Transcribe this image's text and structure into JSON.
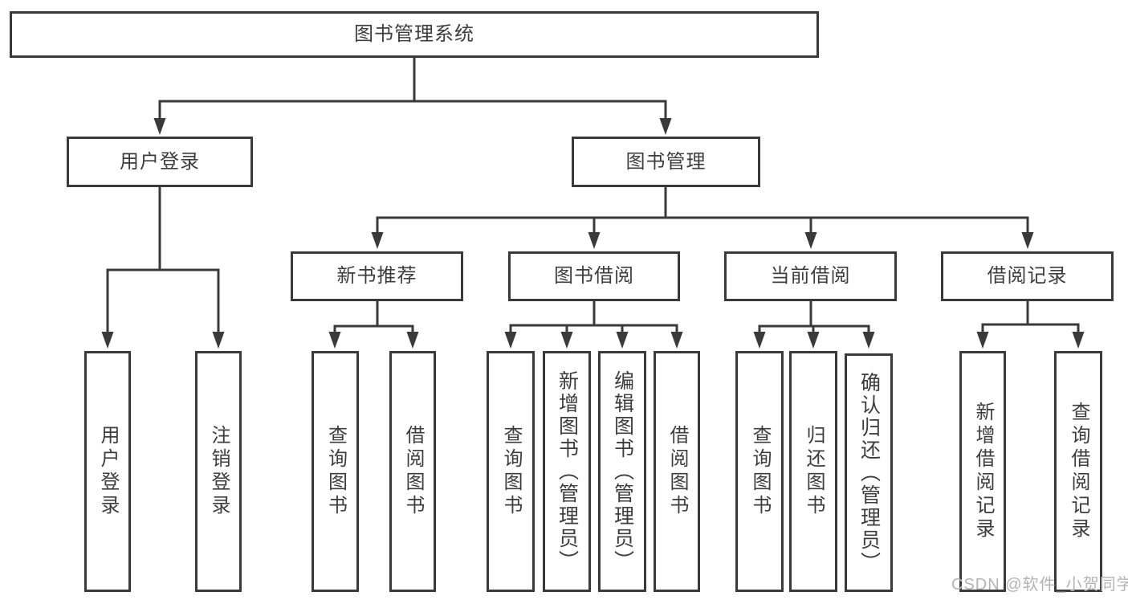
{
  "colors": {
    "background": "#ffffff",
    "line": "#3a3a3a",
    "text": "#3d3d3d",
    "watermark": "#b4b4b4"
  },
  "root": {
    "label": "图书管理系统"
  },
  "user_login": {
    "label": "用户登录",
    "children": {
      "login": "用户登录",
      "logout": "注销登录"
    }
  },
  "book_management": {
    "label": "图书管理",
    "new_book": {
      "label": "新书推荐",
      "children": {
        "query": "查询图书",
        "borrow": "借阅图书"
      }
    },
    "borrowing": {
      "label": "图书借阅",
      "children": {
        "query": "查询图书",
        "add": "新增图书（管理员）",
        "edit": "编辑图书（管理员）",
        "borrow": "借阅图书"
      }
    },
    "current": {
      "label": "当前借阅",
      "children": {
        "query": "查询图书",
        "return": "归还图书",
        "confirm": "确认归还（管理员）"
      }
    },
    "records": {
      "label": "借阅记录",
      "children": {
        "add": "新增借阅记录",
        "query": "查询借阅记录"
      }
    }
  },
  "watermark": "CSDN @软件_小贺同学"
}
